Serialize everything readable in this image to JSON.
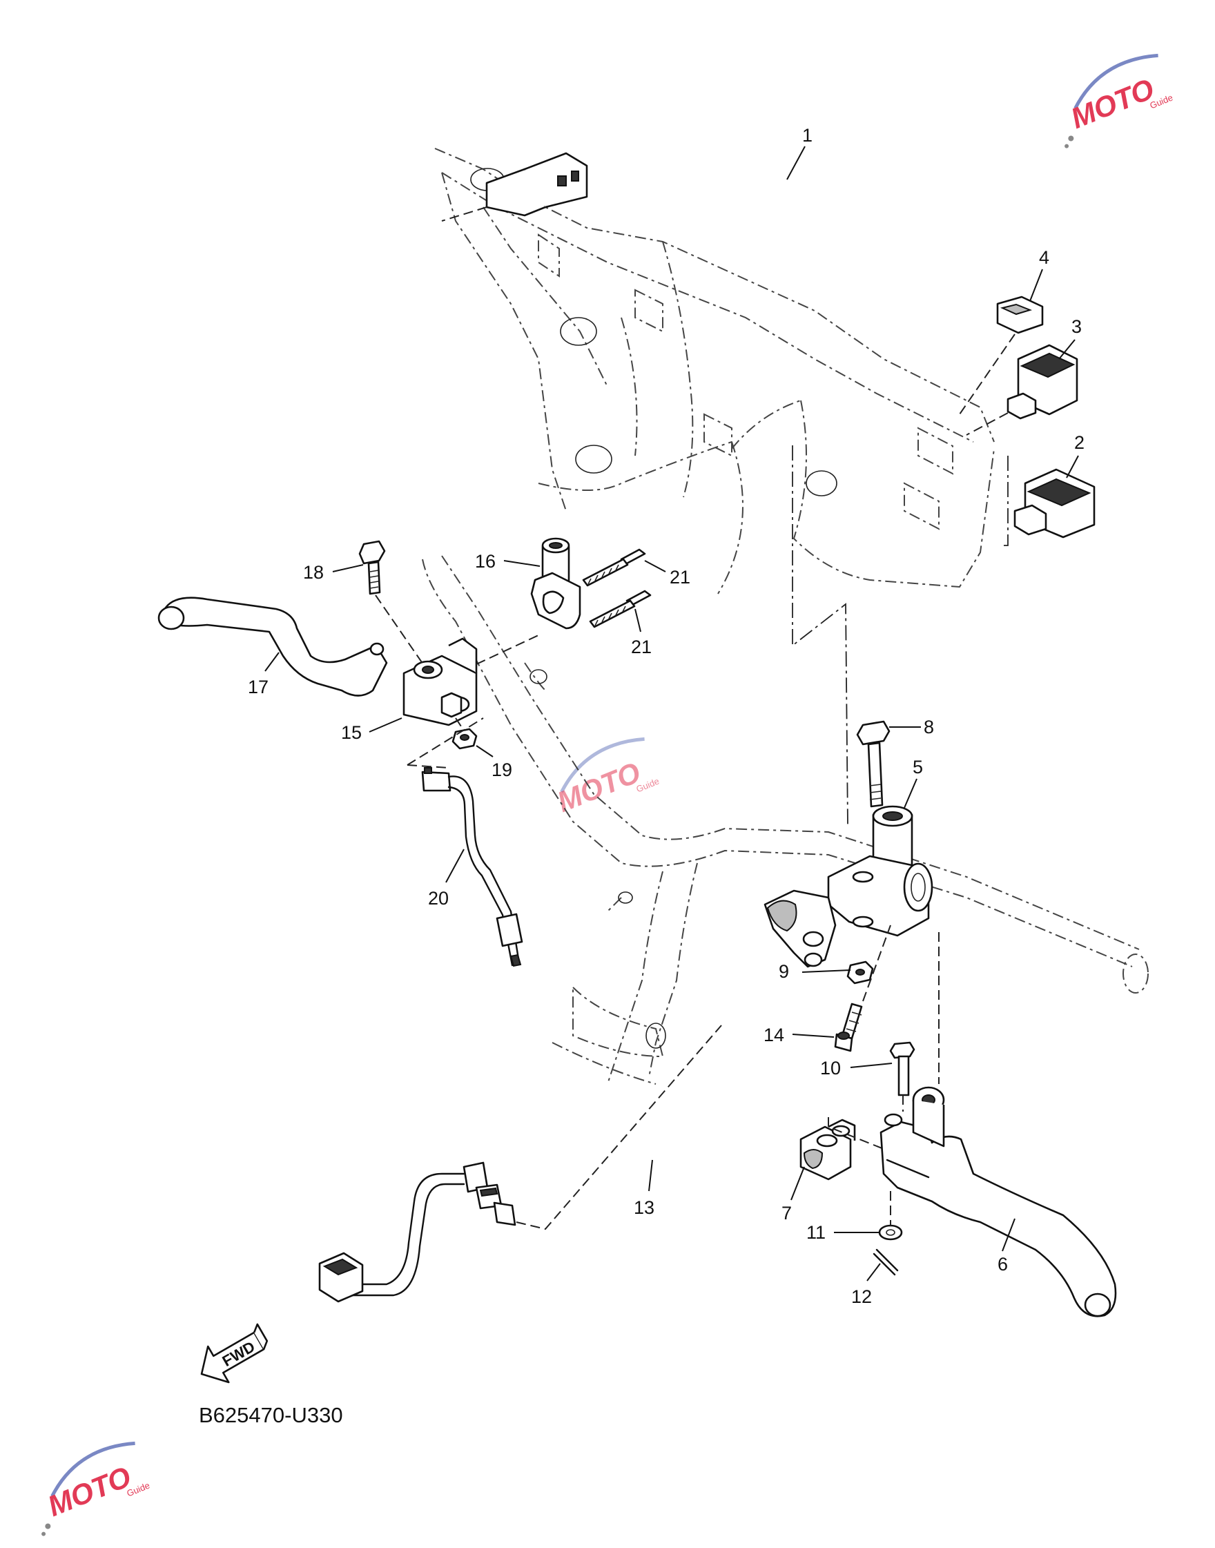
{
  "callouts": [
    {
      "number": "1"
    },
    {
      "number": "2"
    },
    {
      "number": "3"
    },
    {
      "number": "4"
    },
    {
      "number": "5"
    },
    {
      "number": "6"
    },
    {
      "number": "7"
    },
    {
      "number": "8"
    },
    {
      "number": "9"
    },
    {
      "number": "10"
    },
    {
      "number": "11"
    },
    {
      "number": "12"
    },
    {
      "number": "13"
    },
    {
      "number": "14"
    },
    {
      "number": "15"
    },
    {
      "number": "16"
    },
    {
      "number": "17"
    },
    {
      "number": "18"
    },
    {
      "number": "19"
    },
    {
      "number": "20"
    },
    {
      "number": "21"
    },
    {
      "number": "21"
    }
  ],
  "fwd_badge": "FWD",
  "diagram_code": "B625470-U330",
  "watermark": {
    "text": "MOTO",
    "subtext": "Guide",
    "color": "#e23a56"
  }
}
